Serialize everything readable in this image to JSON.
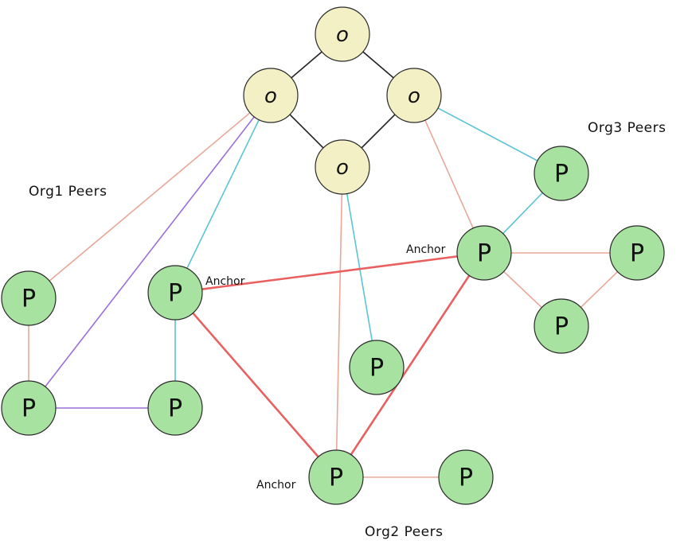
{
  "colors": {
    "orderer_fill": "#f2f0c4",
    "peer_fill": "#a8e2a0",
    "orderer_link": "#222222",
    "intra_link": "#e8a898",
    "anchor_link": "#e86060",
    "orderer_peer_link": "#5cc4d4",
    "cross_link": "#9b6fd8",
    "outline": "#2a2a2a"
  },
  "glyphs": {
    "orderer": "o",
    "peer": "P"
  },
  "labels": {
    "org1": "Org1 Peers",
    "org2": "Org2 Peers",
    "org3": "Org3 Peers",
    "anchor": "Anchor"
  },
  "nodes": [
    {
      "id": "o-top",
      "kind": "orderer"
    },
    {
      "id": "o-left",
      "kind": "orderer"
    },
    {
      "id": "o-right",
      "kind": "orderer"
    },
    {
      "id": "o-bottom",
      "kind": "orderer"
    },
    {
      "id": "org1-p-topleft",
      "kind": "peer"
    },
    {
      "id": "org1-p-anchor",
      "kind": "peer"
    },
    {
      "id": "org1-p-bottomleft",
      "kind": "peer"
    },
    {
      "id": "org1-p-bottomright",
      "kind": "peer"
    },
    {
      "id": "org2-p-anchor",
      "kind": "peer"
    },
    {
      "id": "org2-p-right",
      "kind": "peer"
    },
    {
      "id": "org2-p-middle",
      "kind": "peer"
    },
    {
      "id": "org3-p-top",
      "kind": "peer"
    },
    {
      "id": "org3-p-anchor",
      "kind": "peer"
    },
    {
      "id": "org3-p-right",
      "kind": "peer"
    },
    {
      "id": "org3-p-lower",
      "kind": "peer"
    }
  ],
  "edges": [
    {
      "from": "o-top",
      "to": "o-left",
      "kind": "orderer_link"
    },
    {
      "from": "o-top",
      "to": "o-right",
      "kind": "orderer_link"
    },
    {
      "from": "o-left",
      "to": "o-bottom",
      "kind": "orderer_link"
    },
    {
      "from": "o-right",
      "to": "o-bottom",
      "kind": "orderer_link"
    },
    {
      "from": "o-left",
      "to": "org1-p-topleft",
      "kind": "intra_link"
    },
    {
      "from": "o-left",
      "to": "org1-p-bottomleft",
      "kind": "cross_link"
    },
    {
      "from": "o-left",
      "to": "org1-p-anchor",
      "kind": "orderer_peer_link"
    },
    {
      "from": "o-right",
      "to": "org3-p-top",
      "kind": "orderer_peer_link"
    },
    {
      "from": "o-right",
      "to": "org3-p-anchor",
      "kind": "intra_link"
    },
    {
      "from": "o-bottom",
      "to": "org2-p-anchor",
      "kind": "intra_link"
    },
    {
      "from": "o-bottom",
      "to": "org2-p-middle",
      "kind": "orderer_peer_link"
    },
    {
      "from": "org1-p-topleft",
      "to": "org1-p-bottomleft",
      "kind": "intra_link"
    },
    {
      "from": "org1-p-bottomleft",
      "to": "org1-p-bottomright",
      "kind": "cross_link"
    },
    {
      "from": "org1-p-anchor",
      "to": "org1-p-bottomright",
      "kind": "orderer_peer_link"
    },
    {
      "from": "org1-p-anchor",
      "to": "org3-p-anchor",
      "kind": "anchor_link"
    },
    {
      "from": "org1-p-anchor",
      "to": "org2-p-anchor",
      "kind": "anchor_link"
    },
    {
      "from": "org2-p-anchor",
      "to": "org3-p-anchor",
      "kind": "anchor_link"
    },
    {
      "from": "org2-p-anchor",
      "to": "org2-p-right",
      "kind": "intra_link"
    },
    {
      "from": "org3-p-top",
      "to": "org3-p-anchor",
      "kind": "orderer_peer_link"
    },
    {
      "from": "org3-p-anchor",
      "to": "org3-p-right",
      "kind": "intra_link"
    },
    {
      "from": "org3-p-anchor",
      "to": "org3-p-lower",
      "kind": "intra_link"
    },
    {
      "from": "org3-p-right",
      "to": "org3-p-lower",
      "kind": "intra_link"
    }
  ]
}
